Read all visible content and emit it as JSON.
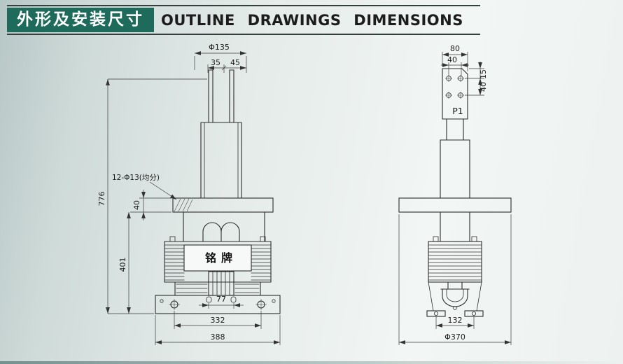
{
  "header": {
    "title_cn": "外形及安装尺寸",
    "title_en": "OUTLINE DRAWINGS DIMENSIONS",
    "accent_color": "#1e6b5c"
  },
  "figures": {
    "front_view": {
      "nameplate": "铭牌",
      "dims": {
        "top_diameter": "Φ135",
        "offset_left": "35",
        "offset_right": "45",
        "mounting_holes": "12-Φ13(均分)",
        "flange_thickness": "40",
        "total_height": "776",
        "lower_height": "401",
        "slot_spacing": "77",
        "bolt_spacing": "332",
        "base_width": "388"
      }
    },
    "side_view": {
      "terminal_label": "P1",
      "dims": {
        "terminal_width": "80",
        "hole_offset_h": "40",
        "hole_top_offset": "15",
        "hole_spacing_v": "40",
        "foot_spacing": "132",
        "flange_diameter": "Φ370"
      }
    }
  }
}
